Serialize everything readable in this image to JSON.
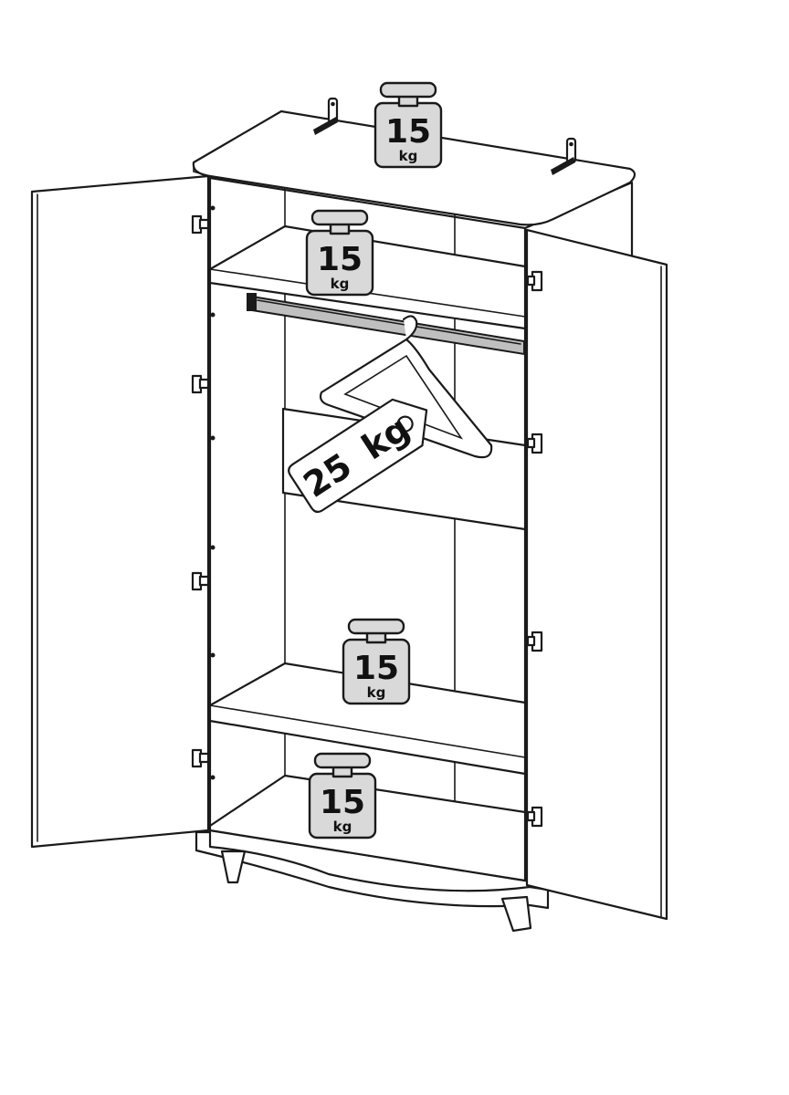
{
  "weight_limits": [
    {
      "location": "top",
      "value": "15",
      "unit": "kg"
    },
    {
      "location": "upper-shelf",
      "value": "15",
      "unit": "kg"
    },
    {
      "location": "middle-shelf",
      "value": "15",
      "unit": "kg"
    },
    {
      "location": "bottom-shelf",
      "value": "15",
      "unit": "kg"
    }
  ],
  "hanging_rail": {
    "value": "25",
    "unit": "kg"
  },
  "colors": {
    "line": "#1a1a1a",
    "weight_fill": "#d9d9d9",
    "rail_fill": "#bfbfbf"
  }
}
